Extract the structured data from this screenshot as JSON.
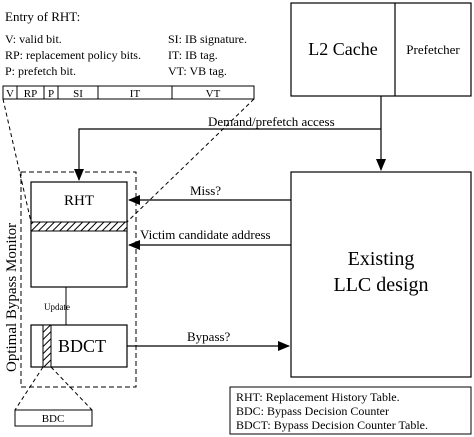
{
  "entry": {
    "title": "Entry of RHT:",
    "defs_left": [
      "V: valid bit.",
      "RP: replacement policy bits.",
      "P: prefetch bit."
    ],
    "defs_right": [
      "SI: IB signature.",
      "IT: IB tag.",
      "VT: VB tag."
    ],
    "fields": [
      "V",
      "RP",
      "P",
      "SI",
      "IT",
      "VT"
    ]
  },
  "l2": {
    "cache_label": "L2 Cache",
    "prefetcher_label": "Prefetcher"
  },
  "llc": {
    "line1": "Existing",
    "line2": "LLC design"
  },
  "monitor": {
    "label": "Optimal Bypass Monitor",
    "rht_label": "RHT",
    "bdct_label": "BDCT",
    "update_label": "Update",
    "bdc_label": "BDC"
  },
  "arrows": {
    "demand": "Demand/prefetch access",
    "miss": "Miss?",
    "victim": "Victim candidate address",
    "bypass": "Bypass?"
  },
  "legend": [
    "RHT: Replacement History Table.",
    "BDC: Bypass Decision Counter",
    "BDCT: Bypass Decision Counter Table."
  ]
}
